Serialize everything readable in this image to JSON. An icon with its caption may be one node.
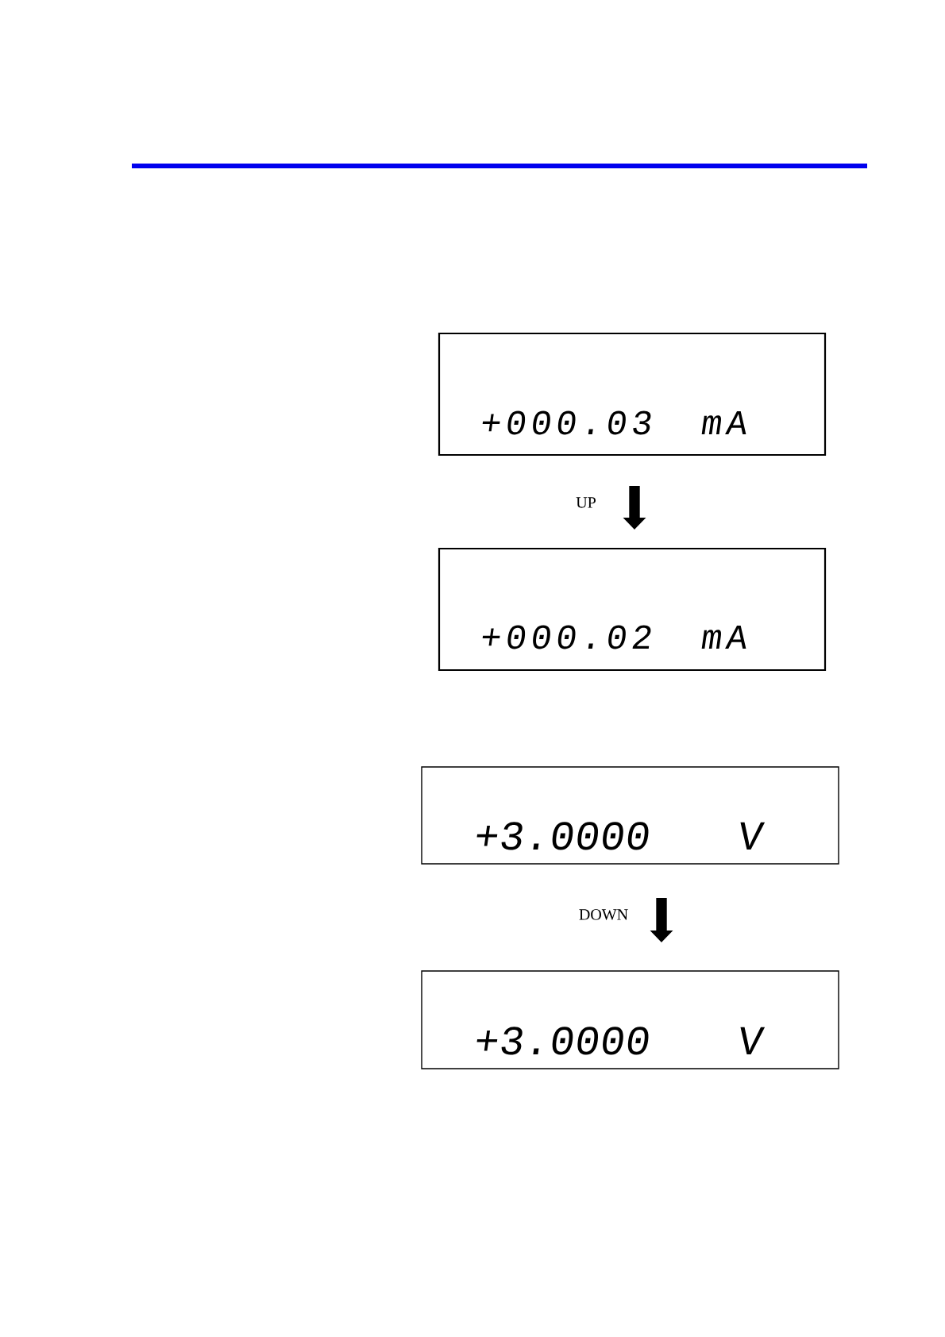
{
  "diagram": {
    "nodes": [
      {
        "text": [
          "+000.03",
          "mA"
        ]
      },
      {
        "text": [
          "+000.02",
          "mA"
        ]
      },
      {
        "text": [
          "+3.0000",
          "V"
        ]
      },
      {
        "text": [
          "+3.0000",
          "V"
        ]
      }
    ],
    "edges": [
      {
        "from": 0,
        "to": 1,
        "arrow": "to",
        "label": "UP"
      },
      {
        "from": 2,
        "to": 3,
        "arrow": "to",
        "label": "DOWN"
      }
    ]
  }
}
